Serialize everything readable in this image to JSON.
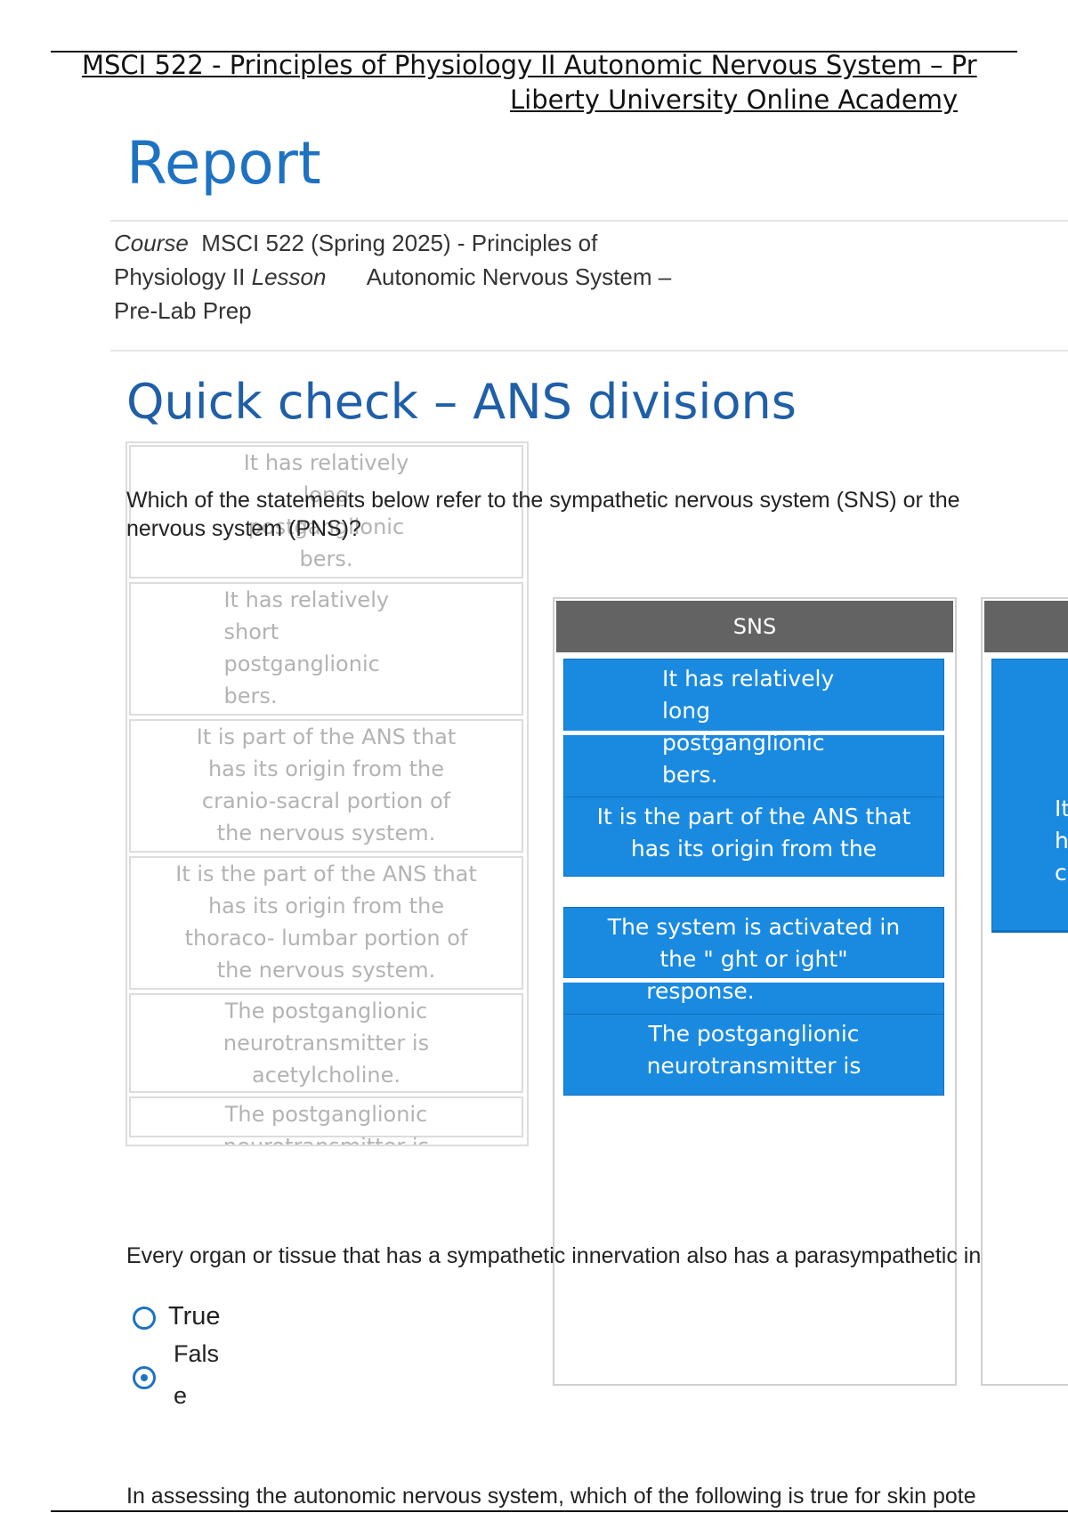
{
  "header": {
    "title": "MSCI 522 - Principles of Physiology II Autonomic Nervous System – Pr",
    "subtitle": "Liberty University Online Academy"
  },
  "report_title": "Report",
  "meta": {
    "course_label": "Course",
    "course_value": "MSCI 522 (Spring 2025) - Principles of Physiology II",
    "lesson_label": "Lesson",
    "lesson_value": "Autonomic Nervous System – Pre-Lab Prep"
  },
  "quick_check": {
    "title": "Quick check – ANS divisions",
    "question_line1": "Which of the statements below refer to the  sympathetic nervous system (SNS) or the",
    "question_line2": "nervous system (PNS)?",
    "bank_items": [
      "It has relatively long postganglionic bers.",
      "It has relatively short postganglionic bers.",
      "It is part of the ANS that has its origin from the cranio-sacral portion of the nervous system.",
      "It is the part of the ANS that has its origin from the thoraco- lumbar portion of the nervous system.",
      "The postganglionic neurotransmitter is acetylcholine.",
      "The postganglionic neurotransmitter is"
    ],
    "sns_header": "SNS",
    "sns_cards": [
      "It has relatively long postganglionic bers.",
      "It is the part of the ANS that has its origin from the",
      "The system is activated in the \" ght or  ight\" response.",
      "The postganglionic neurotransmitter is"
    ],
    "pns_cards": [
      "It",
      "h",
      "c"
    ]
  },
  "q2": {
    "text": "Every organ or tissue that has a sympathetic innervation also has a parasympathetic in",
    "options": [
      "True",
      "Fals",
      "e"
    ],
    "selected": "False"
  },
  "q3": {
    "text": "In assessing the autonomic nervous system, which of the following is true for skin pote"
  },
  "colors": {
    "accent": "#1e72c2",
    "card": "#1a8ae0",
    "bucket_header": "#636363"
  }
}
